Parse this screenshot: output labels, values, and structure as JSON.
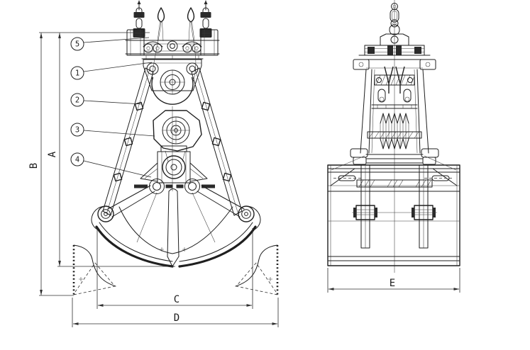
{
  "colors": {
    "background": "#ffffff",
    "line": "#1f1f1f",
    "dimension": "#2f2f2f"
  },
  "callouts": [
    {
      "number": "5"
    },
    {
      "number": "1"
    },
    {
      "number": "2"
    },
    {
      "number": "3"
    },
    {
      "number": "4"
    }
  ],
  "dimensions": {
    "vertical": [
      {
        "label": "B"
      },
      {
        "label": "A"
      }
    ],
    "horizontal_front": [
      {
        "label": "C"
      },
      {
        "label": "D"
      }
    ],
    "horizontal_side": [
      {
        "label": "E"
      }
    ]
  }
}
